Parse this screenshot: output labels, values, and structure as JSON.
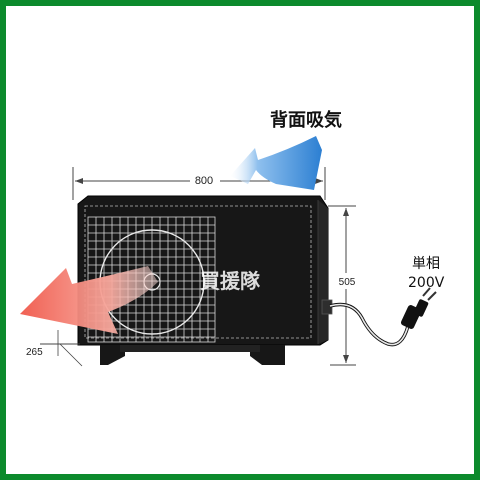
{
  "labels": {
    "rear_intake": "背面吸気",
    "power": "単相",
    "voltage": "200V",
    "watermark": "買援隊"
  },
  "dimensions": {
    "width": "800",
    "height": "505",
    "depth": "265"
  },
  "colors": {
    "frame": "#0c8a2c",
    "unit_body": "#171717",
    "intake_arrow": "#2f84d4",
    "exhaust_arrow": "#f26a5c"
  },
  "icons": [
    "intake-arrow-icon",
    "exhaust-arrow-icon",
    "power-plug-icon",
    "fan-grille-icon"
  ]
}
